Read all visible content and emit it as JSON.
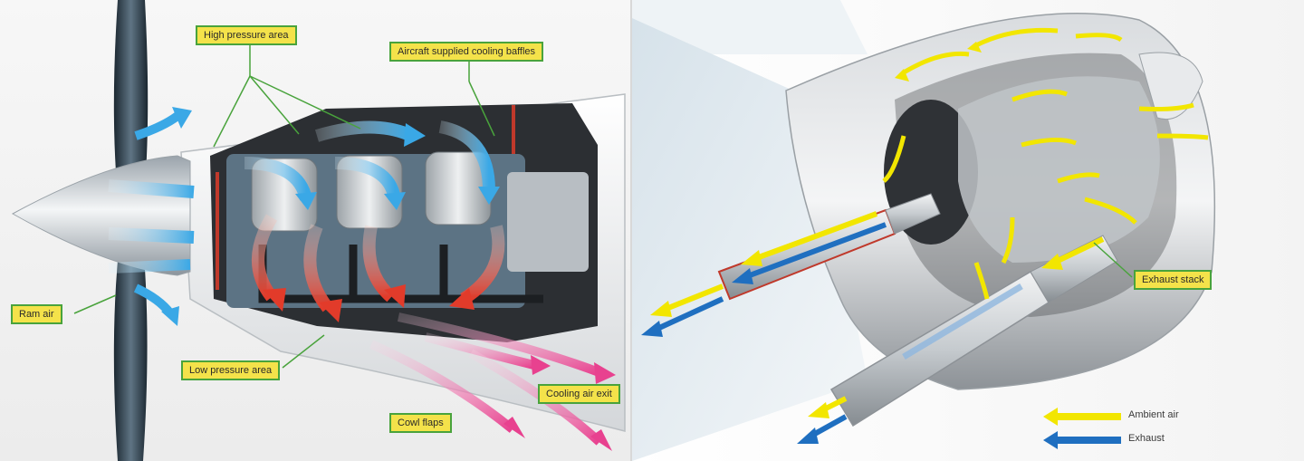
{
  "left_diagram": {
    "labels": {
      "high_pressure_area": "High pressure area",
      "aircraft_supplied_cooling_baffles": "Aircraft supplied cooling baffles",
      "ram_air": "Ram air",
      "low_pressure_area": "Low pressure area",
      "cooling_air_exit": "Cooling air exit",
      "cowl_flaps": "Cowl flaps"
    }
  },
  "right_diagram": {
    "labels": {
      "exhaust_stack": "Exhaust stack"
    },
    "legend": [
      {
        "label": "Ambient air",
        "color": "#f2e600"
      },
      {
        "label": "Exhaust",
        "color": "#1f6fc0"
      }
    ]
  },
  "colors": {
    "callout_fill": "#f4e24a",
    "callout_border": "#49a33c",
    "cool_air_arrow": "#39a9e6",
    "hot_air_arrow": "#e84a3a",
    "exit_air_arrow": "#e8418f",
    "ambient_arrow": "#f2e600",
    "exhaust_arrow": "#1f6fc0"
  }
}
